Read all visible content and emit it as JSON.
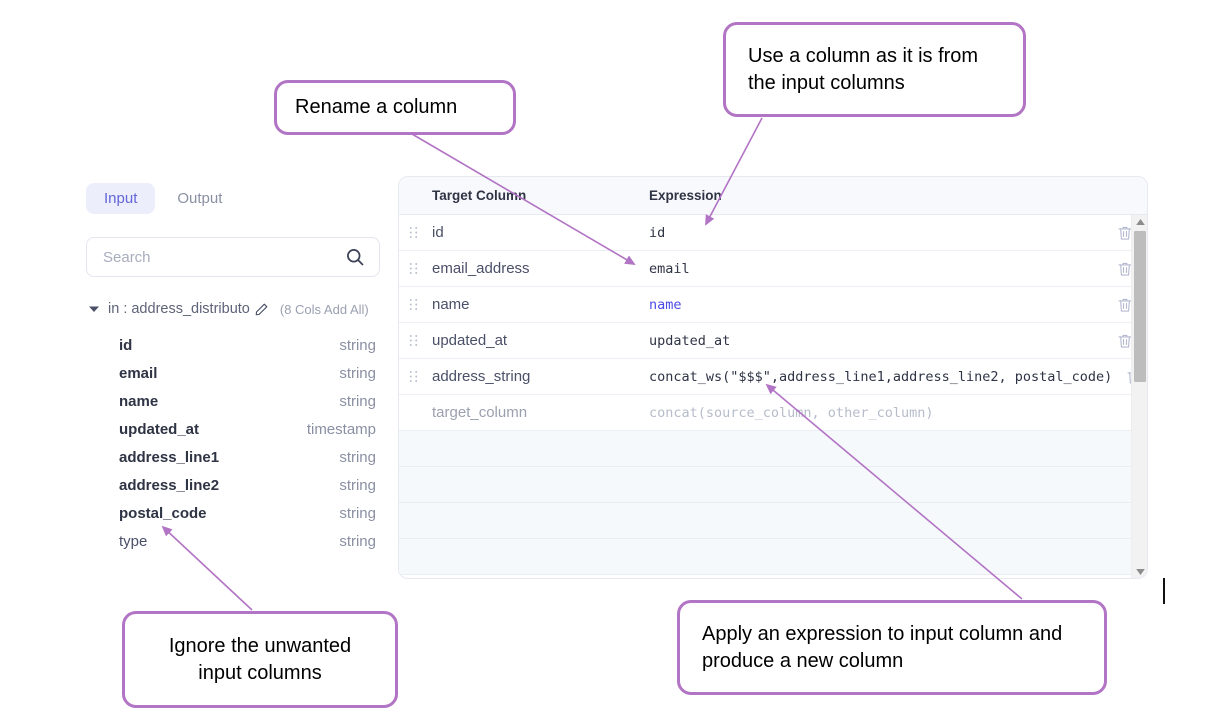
{
  "panel": {
    "tabs": [
      {
        "label": "Input",
        "active": true
      },
      {
        "label": "Output",
        "active": false
      }
    ],
    "search": {
      "placeholder": "Search",
      "value": "",
      "icon": "search-icon"
    },
    "dataset": {
      "disclosure_icon": "chevron-down-icon",
      "name": "in : address_distributo",
      "edit_icon": "pencil-icon",
      "meta": "(8 Cols Add All)"
    },
    "columns": [
      {
        "name": "id",
        "type": "string",
        "muted": false
      },
      {
        "name": "email",
        "type": "string",
        "muted": false
      },
      {
        "name": "name",
        "type": "string",
        "muted": false
      },
      {
        "name": "updated_at",
        "type": "timestamp",
        "muted": false
      },
      {
        "name": "address_line1",
        "type": "string",
        "muted": false
      },
      {
        "name": "address_line2",
        "type": "string",
        "muted": false
      },
      {
        "name": "postal_code",
        "type": "string",
        "muted": false
      },
      {
        "name": "type",
        "type": "string",
        "muted": true
      }
    ]
  },
  "mapping_table": {
    "headers": {
      "target": "Target Column",
      "expression": "Expression"
    },
    "rows": [
      {
        "target": "id",
        "expression": "id",
        "accent": false,
        "placeholder": false
      },
      {
        "target": "email_address",
        "expression": "email",
        "accent": false,
        "placeholder": false
      },
      {
        "target": "name",
        "expression": "name",
        "accent": true,
        "placeholder": false
      },
      {
        "target": "updated_at",
        "expression": "updated_at",
        "accent": false,
        "placeholder": false
      },
      {
        "target": "address_string",
        "expression": "concat_ws(\"$$$\",address_line1,address_line2, postal_code)",
        "accent": false,
        "placeholder": false
      },
      {
        "target": "target_column",
        "expression": "concat(source_column, other_column)",
        "accent": false,
        "placeholder": true
      }
    ],
    "empty_row_count": 4,
    "row_icons": {
      "drag": "drag-handle-icon",
      "delete": "trash-icon"
    },
    "scrollbar": {
      "up_icon": "scroll-up-arrow-icon",
      "down_icon": "scroll-down-arrow-icon"
    }
  },
  "annotations": [
    {
      "id": "rename",
      "text": "Rename a column"
    },
    {
      "id": "useasis",
      "text": "Use a column as it is from the input columns"
    },
    {
      "id": "ignore",
      "text": "Ignore the unwanted input columns"
    },
    {
      "id": "apply",
      "text": "Apply an expression to input column and produce a new column"
    }
  ],
  "colors": {
    "annotation_border": "#b274c4",
    "annotation_line": "#b274c4",
    "tab_active_bg": "#eceefb",
    "tab_active_text": "#6366d8",
    "expression_accent": "#4b4be8",
    "header_bg": "#f7f9fc",
    "empty_row_bg": "#f6f9fc"
  }
}
